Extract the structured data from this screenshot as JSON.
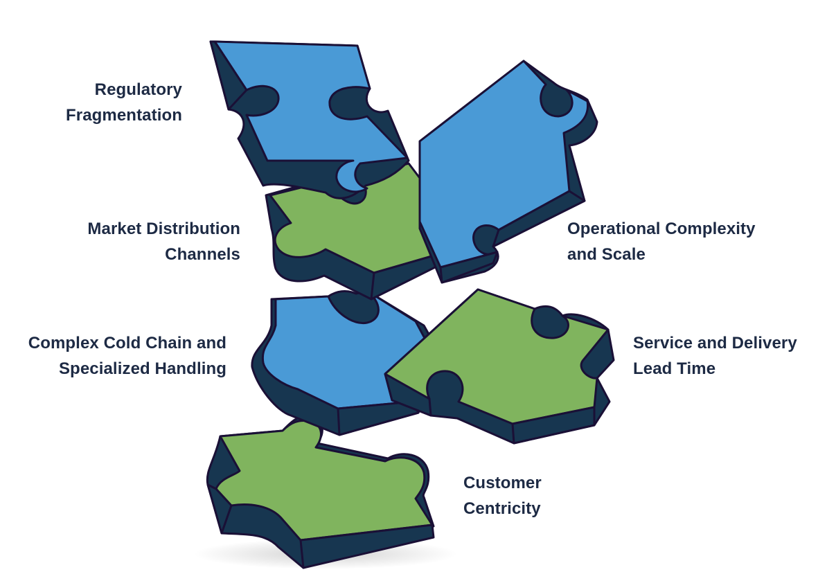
{
  "diagram": {
    "colors": {
      "blue_top": "#4a9ad6",
      "green_top": "#80b45e",
      "side": "#173650",
      "outline": "#1a1036",
      "text": "#1d2a44"
    },
    "pieces": [
      {
        "name": "regulatory",
        "color": "blue",
        "label_lines": [
          "Regulatory",
          "Fragmentation"
        ]
      },
      {
        "name": "market",
        "color": "green",
        "label_lines": [
          "Market Distribution",
          "Channels"
        ]
      },
      {
        "name": "operational",
        "color": "blue",
        "label_lines": [
          "Operational Complexity",
          "and Scale"
        ]
      },
      {
        "name": "cold-chain",
        "color": "blue",
        "label_lines": [
          "Complex Cold Chain and",
          "Specialized Handling"
        ]
      },
      {
        "name": "service",
        "color": "green",
        "label_lines": [
          "Service and Delivery",
          "Lead Time"
        ]
      },
      {
        "name": "customer",
        "color": "green",
        "label_lines": [
          "Customer",
          "Centricity"
        ]
      }
    ]
  }
}
